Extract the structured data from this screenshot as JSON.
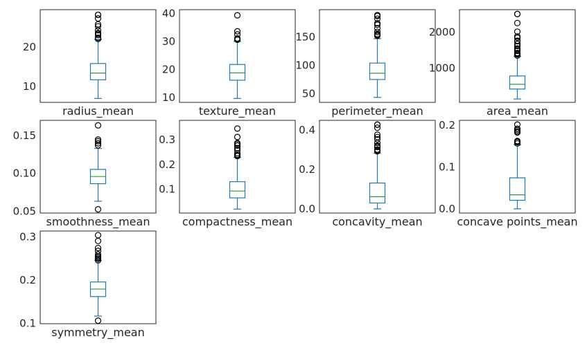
{
  "chart_data": [
    {
      "type": "box",
      "xlabel": "radius_mean",
      "ylim": [
        6.0,
        29.4
      ],
      "yticks": [
        {
          "v": 10,
          "label": "10"
        },
        {
          "v": 20,
          "label": "20"
        }
      ],
      "whislo": 7.0,
      "q1": 11.7,
      "median": 13.4,
      "q3": 15.8,
      "whishi": 21.9,
      "fliers": [
        22.0,
        22.3,
        23.0,
        23.3,
        23.5,
        24.2,
        25.2,
        25.7,
        27.2,
        28.1,
        28.1
      ]
    },
    {
      "type": "box",
      "xlabel": "texture_mean",
      "ylim": [
        8.3,
        41.3
      ],
      "yticks": [
        {
          "v": 10,
          "label": "10"
        },
        {
          "v": 20,
          "label": "20"
        },
        {
          "v": 30,
          "label": "30"
        },
        {
          "v": 40,
          "label": "40"
        }
      ],
      "whislo": 9.7,
      "q1": 16.2,
      "median": 18.8,
      "q3": 21.8,
      "whishi": 30.0,
      "fliers": [
        30.6,
        30.8,
        31.1,
        32.5,
        33.6,
        39.3
      ]
    },
    {
      "type": "box",
      "xlabel": "perimeter_mean",
      "ylim": [
        35.0,
        198.0
      ],
      "yticks": [
        {
          "v": 50,
          "label": "50"
        },
        {
          "v": 100,
          "label": "100"
        },
        {
          "v": 150,
          "label": "150"
        }
      ],
      "whislo": 43.8,
      "q1": 75.2,
      "median": 86.2,
      "q3": 104.1,
      "whishi": 147.0,
      "fliers": [
        152.1,
        153.5,
        155.1,
        158.9,
        165.5,
        171.5,
        174.2,
        182.1,
        186.9,
        188.5
      ]
    },
    {
      "type": "box",
      "xlabel": "area_mean",
      "ylim": [
        50,
        2620
      ],
      "yticks": [
        {
          "v": 1000,
          "label": "1000"
        },
        {
          "v": 2000,
          "label": "2000"
        }
      ],
      "whislo": 143.5,
      "q1": 420.3,
      "median": 551.1,
      "q3": 782.7,
      "whishi": 1326.0,
      "fliers": [
        1347,
        1384,
        1404,
        1419,
        1479,
        1509,
        1546,
        1612,
        1671,
        1747,
        1761,
        1841,
        1878,
        2010,
        2250,
        2499,
        2501
      ]
    },
    {
      "type": "box",
      "xlabel": "smoothness_mean",
      "ylim": [
        0.0477,
        0.17
      ],
      "yticks": [
        {
          "v": 0.05,
          "label": "0.05"
        },
        {
          "v": 0.1,
          "label": "0.10"
        },
        {
          "v": 0.15,
          "label": "0.15"
        }
      ],
      "whislo": 0.0633,
      "q1": 0.0864,
      "median": 0.0959,
      "q3": 0.1053,
      "whishi": 0.133,
      "fliers": [
        0.0526,
        0.1371,
        0.1398,
        0.1425,
        0.1447,
        0.1634
      ]
    },
    {
      "type": "box",
      "xlabel": "compactness_mean",
      "ylim": [
        0.0035,
        0.3786
      ],
      "yticks": [
        {
          "v": 0.1,
          "label": "0.1"
        },
        {
          "v": 0.2,
          "label": "0.2"
        },
        {
          "v": 0.3,
          "label": "0.3"
        }
      ],
      "whislo": 0.0194,
      "q1": 0.0649,
      "median": 0.0926,
      "q3": 0.1304,
      "whishi": 0.2284,
      "fliers": [
        0.2339,
        0.2363,
        0.2396,
        0.2458,
        0.2576,
        0.2665,
        0.2768,
        0.2776,
        0.2832,
        0.2867,
        0.3114,
        0.3454
      ]
    },
    {
      "type": "box",
      "xlabel": "concavity_mean",
      "ylim": [
        -0.0213,
        0.4482
      ],
      "yticks": [
        {
          "v": 0.0,
          "label": "0.0"
        },
        {
          "v": 0.2,
          "label": "0.2"
        },
        {
          "v": 0.4,
          "label": "0.4"
        }
      ],
      "whislo": 0.0,
      "q1": 0.0296,
      "median": 0.0615,
      "q3": 0.1307,
      "whishi": 0.282,
      "fliers": [
        0.2914,
        0.2965,
        0.3003,
        0.313,
        0.3174,
        0.3201,
        0.3339,
        0.3523,
        0.3635,
        0.3754,
        0.4108,
        0.4264,
        0.4268
      ]
    },
    {
      "type": "box",
      "xlabel": "concave points_mean",
      "ylim": [
        -0.0101,
        0.2113
      ],
      "yticks": [
        {
          "v": 0.0,
          "label": "0.0"
        },
        {
          "v": 0.1,
          "label": "0.1"
        },
        {
          "v": 0.2,
          "label": "0.2"
        }
      ],
      "whislo": 0.0,
      "q1": 0.0203,
      "median": 0.0335,
      "q3": 0.074,
      "whishi": 0.153,
      "fliers": [
        0.1562,
        0.1595,
        0.1604,
        0.162,
        0.1823,
        0.1845,
        0.1878,
        0.1913,
        0.2012
      ]
    },
    {
      "type": "box",
      "xlabel": "symmetry_mean",
      "ylim": [
        0.099,
        0.3137
      ],
      "yticks": [
        {
          "v": 0.1,
          "label": "0.1"
        },
        {
          "v": 0.2,
          "label": "0.2"
        },
        {
          "v": 0.3,
          "label": "0.3"
        }
      ],
      "whislo": 0.1167,
      "q1": 0.1619,
      "median": 0.1792,
      "q3": 0.1957,
      "whishi": 0.2459,
      "fliers": [
        0.106,
        0.2459,
        0.2495,
        0.2521,
        0.2548,
        0.2556,
        0.2597,
        0.2678,
        0.2743,
        0.2906,
        0.304
      ]
    }
  ],
  "colors": {
    "box": "#1f77b4",
    "median": "#2ca02c",
    "axes": "#262626",
    "flier": "#000000"
  }
}
